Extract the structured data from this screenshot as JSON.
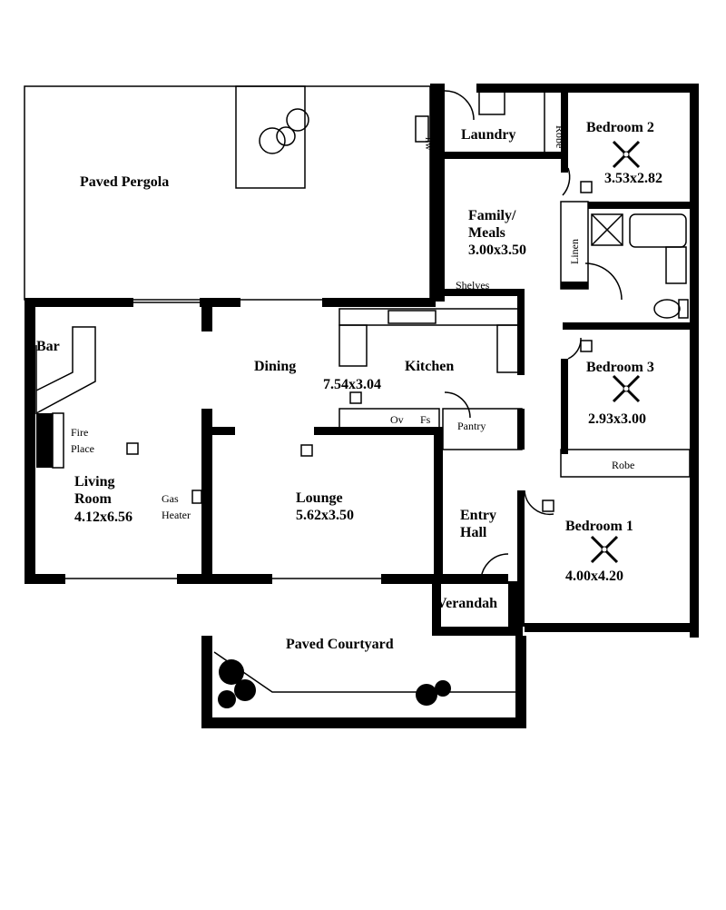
{
  "rooms": {
    "paved_pergola": "Paved Pergola",
    "laundry": "Laundry",
    "robe_bed2": "Robe",
    "bedroom2": "Bedroom 2",
    "bedroom2_size": "3.53x2.82",
    "family_1": "Family/",
    "family_2": "Meals",
    "family_size": "3.00x3.50",
    "linen": "Linen",
    "shelves": "Shelves",
    "bar": "Bar",
    "dining": "Dining",
    "kitchen": "Kitchen",
    "kitchen_dining_size": "7.54x3.04",
    "bedroom3": "Bedroom 3",
    "bedroom3_size": "2.93x3.00",
    "fire_1": "Fire",
    "fire_2": "Place",
    "ov": "Ov",
    "fs": "Fs",
    "pantry": "Pantry",
    "robe_bed1": "Robe",
    "living_1": "Living",
    "living_2": "Room",
    "living_size": "4.12x6.56",
    "gas_1": "Gas",
    "gas_2": "Heater",
    "lounge": "Lounge",
    "lounge_size": "5.62x3.50",
    "entry_1": "Entry",
    "entry_2": "Hall",
    "bedroom1": "Bedroom 1",
    "bedroom1_size": "4.00x4.20",
    "verandah": "Verandah",
    "paved_courtyard": "Paved Courtyard",
    "hw": "hw"
  },
  "icons": [
    "ceiling-fan-icon",
    "vent-icon",
    "plant-icon",
    "door-swing-icon",
    "bathtub-icon",
    "toilet-icon",
    "sink-icon"
  ],
  "colors": {
    "ink": "#000000",
    "paper": "#ffffff"
  }
}
